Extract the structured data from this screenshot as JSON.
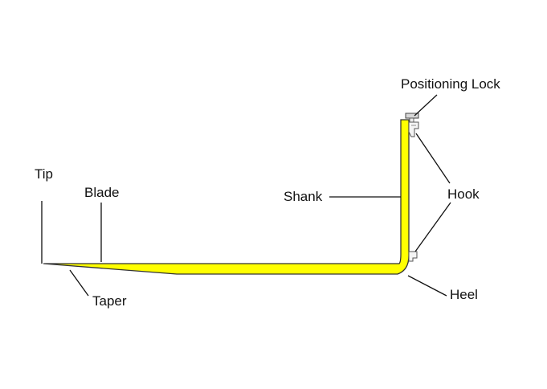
{
  "labels": {
    "positioning_lock": "Positioning Lock",
    "tip": "Tip",
    "blade": "Blade",
    "shank": "Shank",
    "hook": "Hook",
    "taper": "Taper",
    "heel": "Heel"
  },
  "colors": {
    "fork_fill": "#ffff00",
    "outline": "#333333",
    "background": "#ffffff"
  }
}
